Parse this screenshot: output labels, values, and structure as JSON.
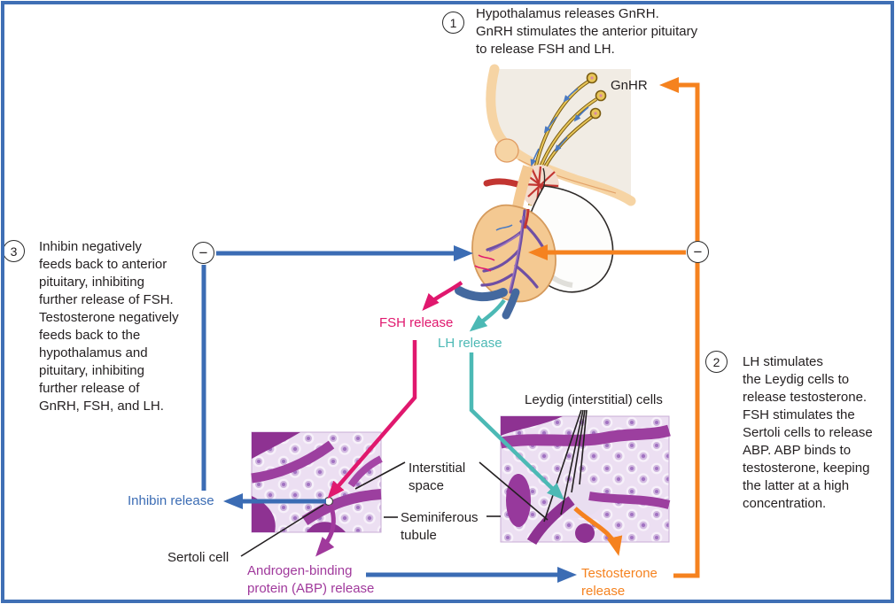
{
  "steps": [
    {
      "num": "1",
      "text": "Hypothalamus releases GnRH.\nGnRH stimulates the anterior pituitary\nto release FSH and LH."
    },
    {
      "num": "2",
      "text": "LH stimulates\nthe Leydig cells to\nrelease testosterone.\nFSH stimulates the\nSertoli cells to release\nABP. ABP binds to\ntestosterone, keeping\nthe latter at a high\nconcentration."
    },
    {
      "num": "3",
      "text": "Inhibin negatively\nfeeds back to anterior\npituitary, inhibiting\nfurther release of FSH.\nTestosterone negatively\nfeeds back to the\nhypothalamus and\npituitary, inhibiting\nfurther release of\nGnRH, FSH, and LH."
    }
  ],
  "labels": {
    "gnhr": "GnHR",
    "fsh_release": "FSH release",
    "lh_release": "LH release",
    "leydig_cells": "Leydig (interstitial) cells",
    "interstitial_space": "Interstitial\nspace",
    "seminiferous_tubule": "Seminiferous\ntubule",
    "inhibin_release": "Inhibin release",
    "sertoli_cell": "Sertoli cell",
    "abp_release": "Androgen-binding\nprotein (ABP) release",
    "testosterone_release": "Testosterone\nrelease",
    "minus_sign": "−"
  },
  "colors": {
    "border": "#3f6fb5",
    "ink": "#231f20",
    "blue": "#3b6cb4",
    "orange": "#f5821f",
    "pink": "#e0186e",
    "teal": "#4cb9b5",
    "purple": "#a0399c",
    "hist_dark": "#9c3f9f",
    "hist_dark2": "#8e3292",
    "hist_bg": "#ecdff2",
    "tan": "#f4c992",
    "peach": "#f6d4a4",
    "brain": "#f1ece4",
    "red": "#c23531",
    "axon": "#e8c659",
    "axon_dark": "#7a5c12",
    "mini_arrow": "#4a7ac2"
  }
}
